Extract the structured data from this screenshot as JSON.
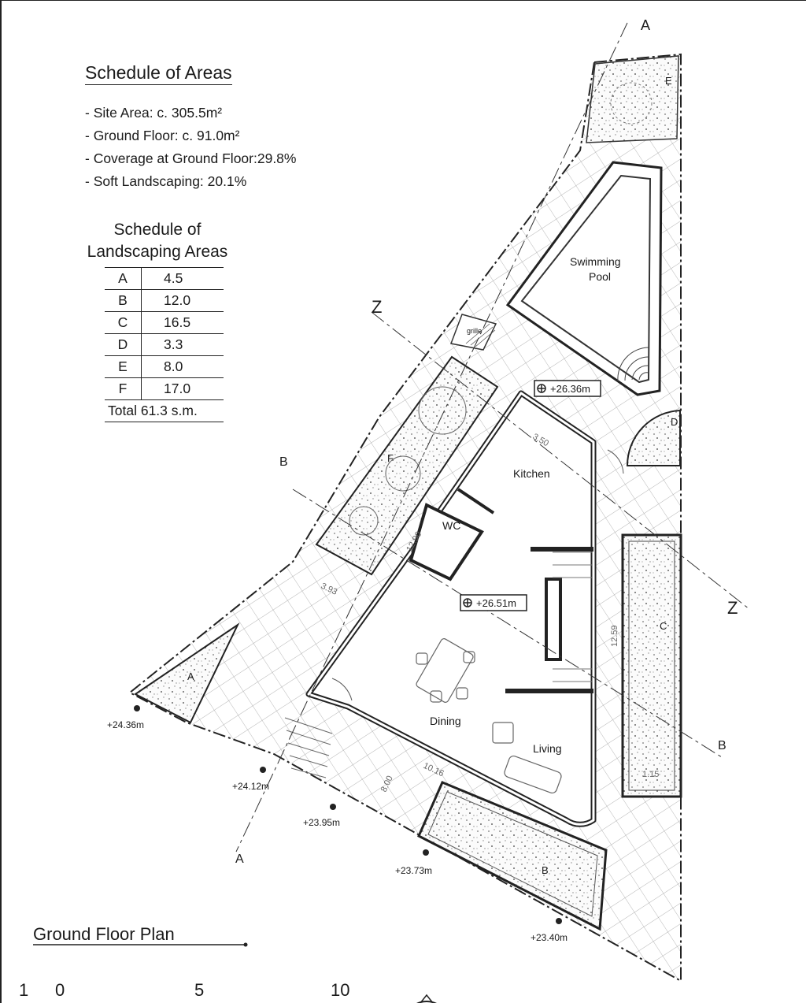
{
  "schedule_of_areas": {
    "title": "Schedule of Areas",
    "items": [
      "- Site Area: c. 305.5m²",
      "- Ground Floor: c. 91.0m²",
      "- Coverage at Ground Floor:29.8%",
      "- Soft Landscaping: 20.1%"
    ]
  },
  "landscaping": {
    "title": "Schedule of Landscaping Areas",
    "rows": [
      {
        "area": "A",
        "value": "4.5"
      },
      {
        "area": "B",
        "value": "12.0"
      },
      {
        "area": "C",
        "value": "16.5"
      },
      {
        "area": "D",
        "value": "3.3"
      },
      {
        "area": "E",
        "value": "8.0"
      },
      {
        "area": "F",
        "value": "17.0"
      }
    ],
    "total": {
      "label": "Total",
      "value": "61.3 s.m."
    }
  },
  "rooms": {
    "swimming_pool": [
      "Swimming",
      "Pool"
    ],
    "grille": "grille",
    "kitchen": "Kitchen",
    "wc": "WC",
    "dining": "Dining",
    "living": "Living"
  },
  "garden_labels": {
    "a": "A",
    "b": "B",
    "c": "C",
    "d": "D",
    "e": "E",
    "f": "F"
  },
  "section_labels": {
    "a_top": "A",
    "a_bottom": "A",
    "z_left": "Z",
    "z_right": "Z",
    "b_left": "B",
    "b_right": "B"
  },
  "levels": {
    "kitchen": "+26.36m",
    "dining": "+26.51m",
    "l1": "+24.36m",
    "l2": "+24.12m",
    "l3": "+23.95m",
    "l4": "+23.73m",
    "l5": "+23.40m"
  },
  "dimensions": [
    "3.50",
    "12.90",
    "3.93",
    "12.59",
    "10.16",
    "8.00",
    "1.15"
  ],
  "caption": "Ground Floor Plan",
  "scale_bar": [
    "1",
    "0",
    "5",
    "10"
  ],
  "icons": {
    "level_marker": "level-marker-icon",
    "north_arrow": "north-arrow-icon"
  }
}
